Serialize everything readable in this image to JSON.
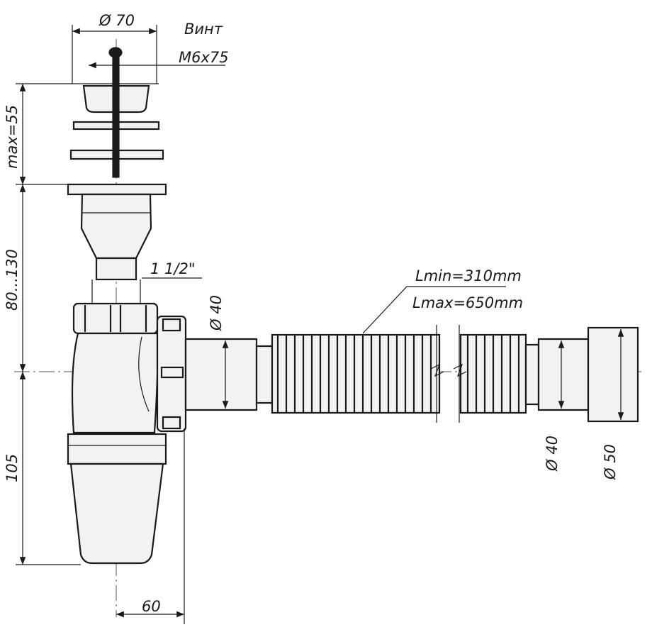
{
  "labels": {
    "top_diameter": "Ø 70",
    "screw_name": "Винт",
    "screw_size": "М6х75",
    "height_max": "max=55",
    "height_range": "80...130",
    "thread": "1 1/2\"",
    "outlet_diameter": "Ø 40",
    "hose_lmin": "Lmin=310mm",
    "hose_lmax": "Lmax=650mm",
    "end_inner_diameter": "Ø 40",
    "end_outer_diameter": "Ø 50",
    "bottom_height": "105",
    "offset": "60"
  }
}
